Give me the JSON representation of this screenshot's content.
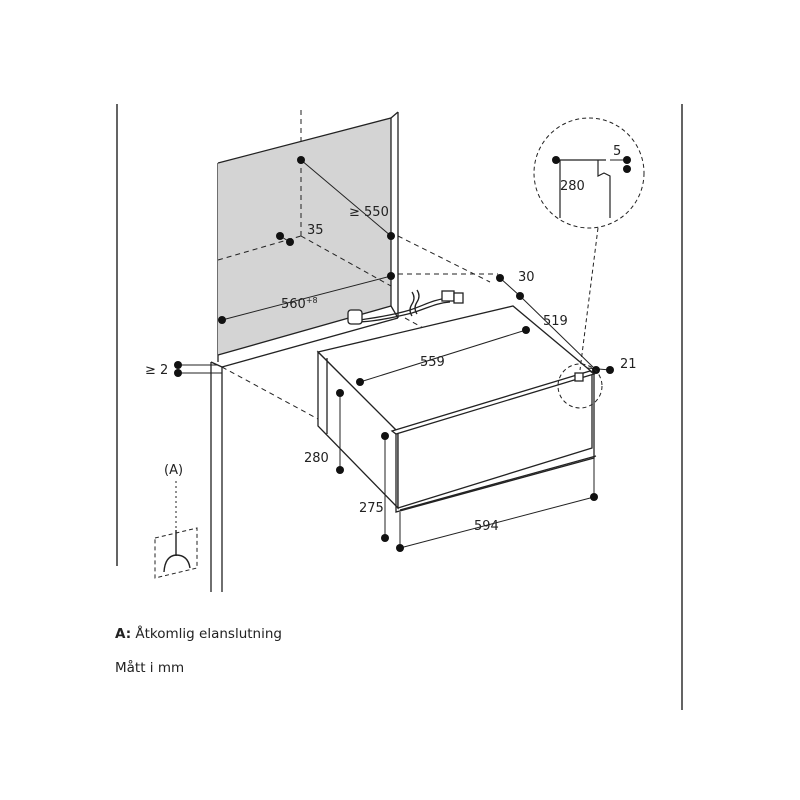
{
  "dimensions": {
    "min_depth": "≥ 550",
    "niche_offset": "35",
    "niche_width": "560",
    "niche_width_tolerance": "+8",
    "gap": "≥ 2",
    "cable_clearance": "30",
    "depth": "519",
    "detail_5": "5",
    "detail_280": "280",
    "front_offset": "21",
    "body_width": "559",
    "niche_height": "280",
    "body_height": "275",
    "front_width": "594"
  },
  "connection_marker": "(A)",
  "legend": {
    "a_key": "A:",
    "a_text": " Åtkomlig elanslutning",
    "units": "Mått i mm"
  },
  "colors": {
    "niche_fill": "#d4d4d4",
    "line": "#222222",
    "dot": "#111111"
  }
}
